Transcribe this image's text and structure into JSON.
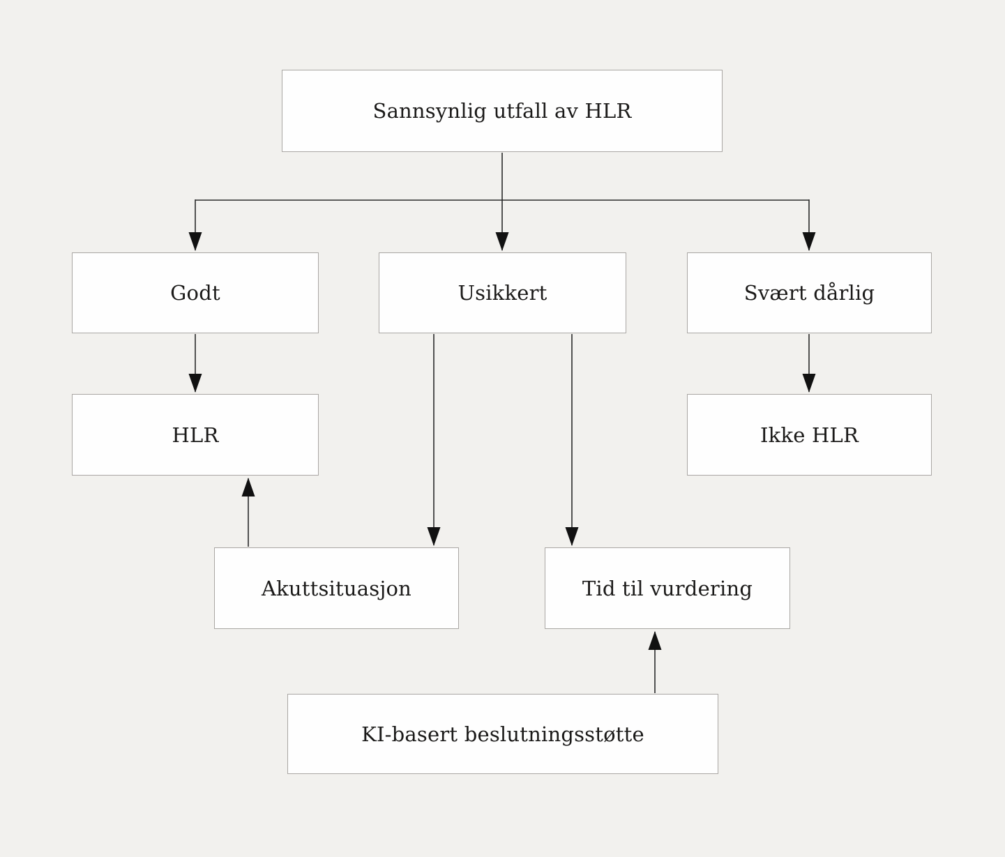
{
  "background_color": "#f2f1ee",
  "box_style": {
    "fill": "#fefefe",
    "border_color": "#a9a6a3",
    "text_color": "#1b1a19"
  },
  "connector_color": "#222222",
  "diagram": {
    "type": "flowchart",
    "title": "Sannsynlig utfall av HLR",
    "nodes": [
      {
        "id": "root",
        "label": "Sannsynlig utfall av HLR"
      },
      {
        "id": "godt",
        "label": "Godt"
      },
      {
        "id": "usikkert",
        "label": "Usikkert"
      },
      {
        "id": "svaert-daarlig",
        "label": "Svært dårlig"
      },
      {
        "id": "hlr",
        "label": "HLR"
      },
      {
        "id": "ikke-hlr",
        "label": "Ikke HLR"
      },
      {
        "id": "akuttsituasjon",
        "label": "Akuttsituasjon"
      },
      {
        "id": "tid-til-vurdering",
        "label": "Tid til vurdering"
      },
      {
        "id": "ki-basert",
        "label": "KI-basert beslutningsstøtte"
      }
    ],
    "edges": [
      {
        "from": "root",
        "to": "godt"
      },
      {
        "from": "root",
        "to": "usikkert"
      },
      {
        "from": "root",
        "to": "svaert-daarlig"
      },
      {
        "from": "godt",
        "to": "hlr"
      },
      {
        "from": "svaert-daarlig",
        "to": "ikke-hlr"
      },
      {
        "from": "usikkert",
        "to": "akuttsituasjon"
      },
      {
        "from": "usikkert",
        "to": "tid-til-vurdering"
      },
      {
        "from": "akuttsituasjon",
        "to": "hlr"
      },
      {
        "from": "ki-basert",
        "to": "tid-til-vurdering"
      }
    ]
  }
}
